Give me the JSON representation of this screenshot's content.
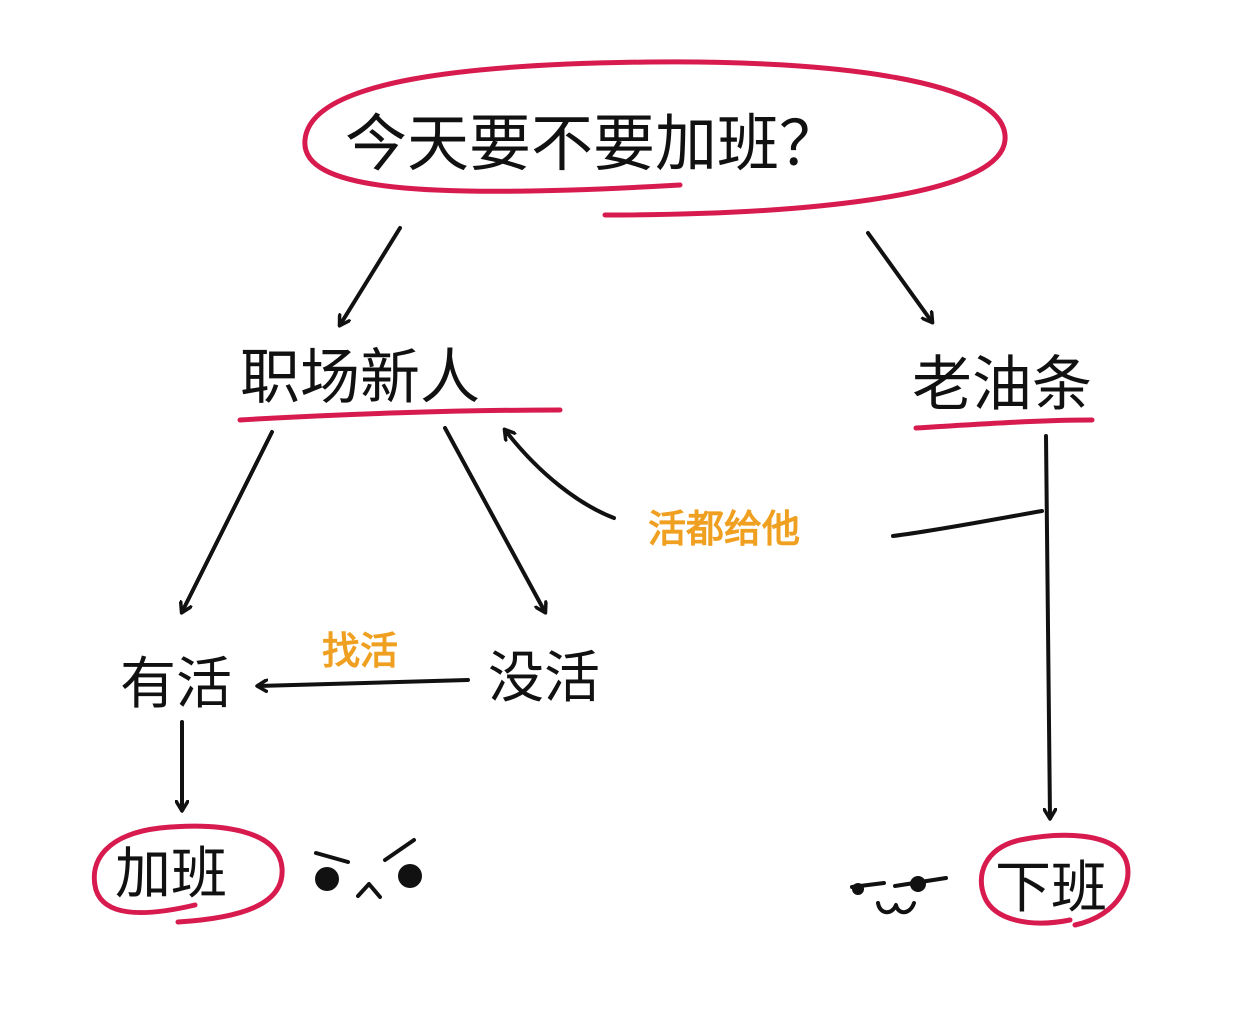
{
  "colors": {
    "ink": "#111111",
    "accent_red": "#d81b4f",
    "accent_orange": "#f0a020",
    "background": "#ffffff"
  },
  "nodes": {
    "question": "今天要不要加班？",
    "newcomer": "职场新人",
    "veteran": "老油条",
    "has_work": "有活",
    "no_work": "没活",
    "overtime": "加班",
    "off_work": "下班"
  },
  "edge_labels": {
    "find_work": "找活",
    "give_work": "活都给他"
  },
  "faces": {
    "angry": "angry-face-icon",
    "smug": "smug-face-icon"
  }
}
